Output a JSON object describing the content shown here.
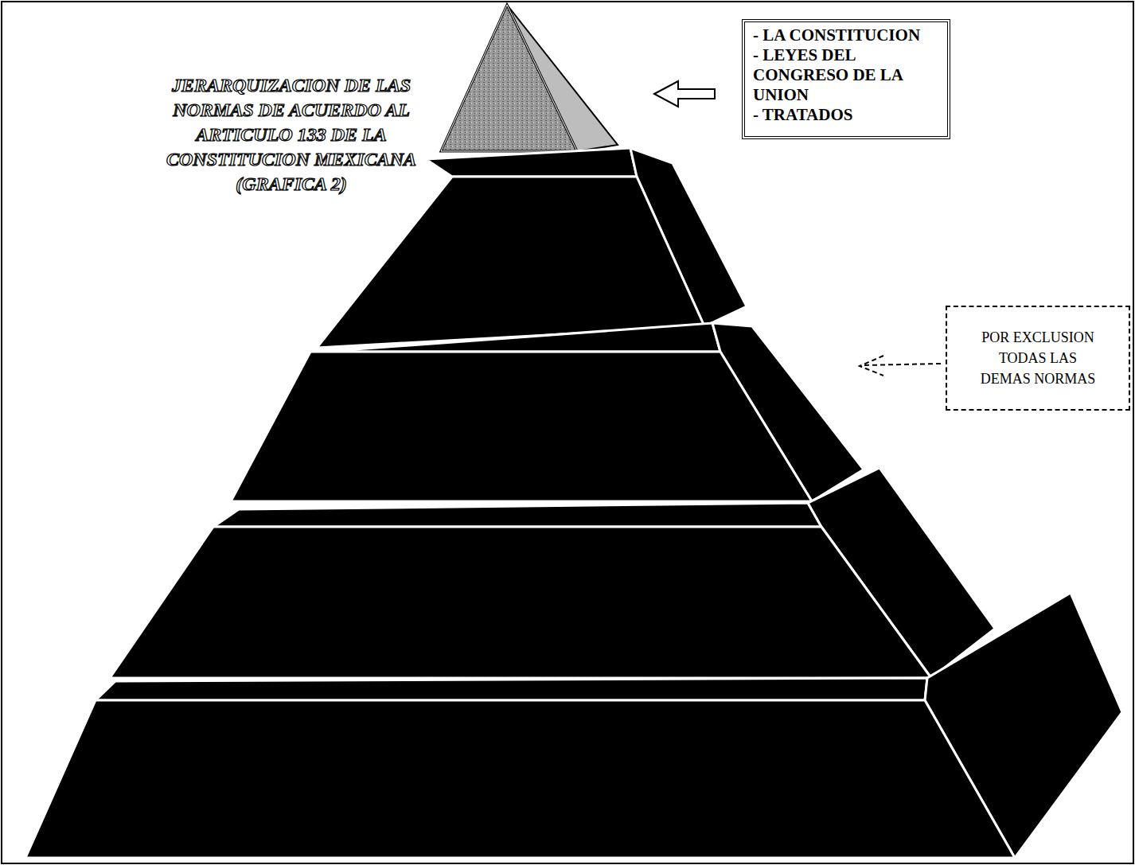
{
  "diagram": {
    "title": "JERARQUIZACION DE LAS NORMAS DE ACUERDO AL ARTICULO 133 DE LA CONSTITUCION MEXICANA (GRAFICA 2)",
    "nodes": [
      {
        "text": [
          "- LA CONSTITUCION",
          "- LEYES DEL CONGRESO DE LA UNION",
          "- TRATADOS"
        ]
      },
      {
        "text": [
          "POR EXCLUSION TODAS LAS DEMAS NORMAS"
        ]
      }
    ]
  }
}
